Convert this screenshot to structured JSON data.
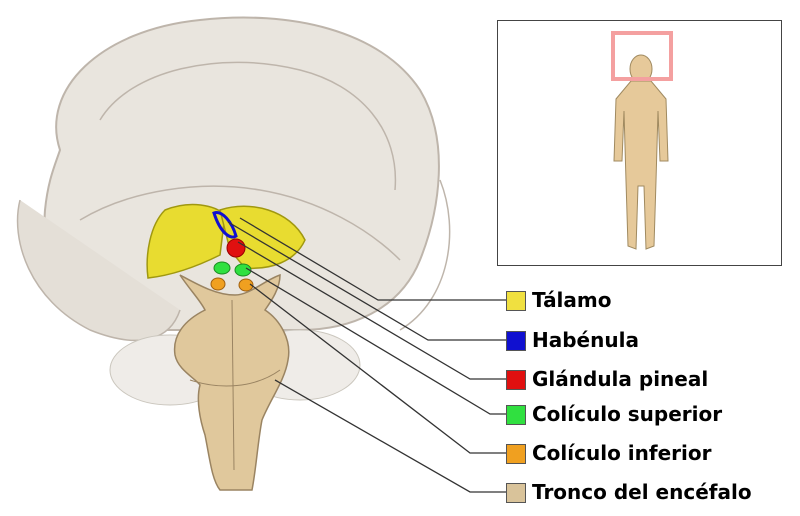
{
  "legend": [
    {
      "label": "Tálamo",
      "color": "#f0e040"
    },
    {
      "label": "Habénula",
      "color": "#1010d0"
    },
    {
      "label": "Glándula pineal",
      "color": "#e01010"
    },
    {
      "label": "Colículo superior",
      "color": "#30e040"
    },
    {
      "label": "Colículo inferior",
      "color": "#f0a020"
    },
    {
      "label": "Tronco del encéfalo",
      "color": "#d9c39a"
    }
  ],
  "colors": {
    "brain_outline": "#9a8a78",
    "highlight_box": "#f4a0a0",
    "body": "#e6c99a",
    "leader_line": "#333333"
  }
}
